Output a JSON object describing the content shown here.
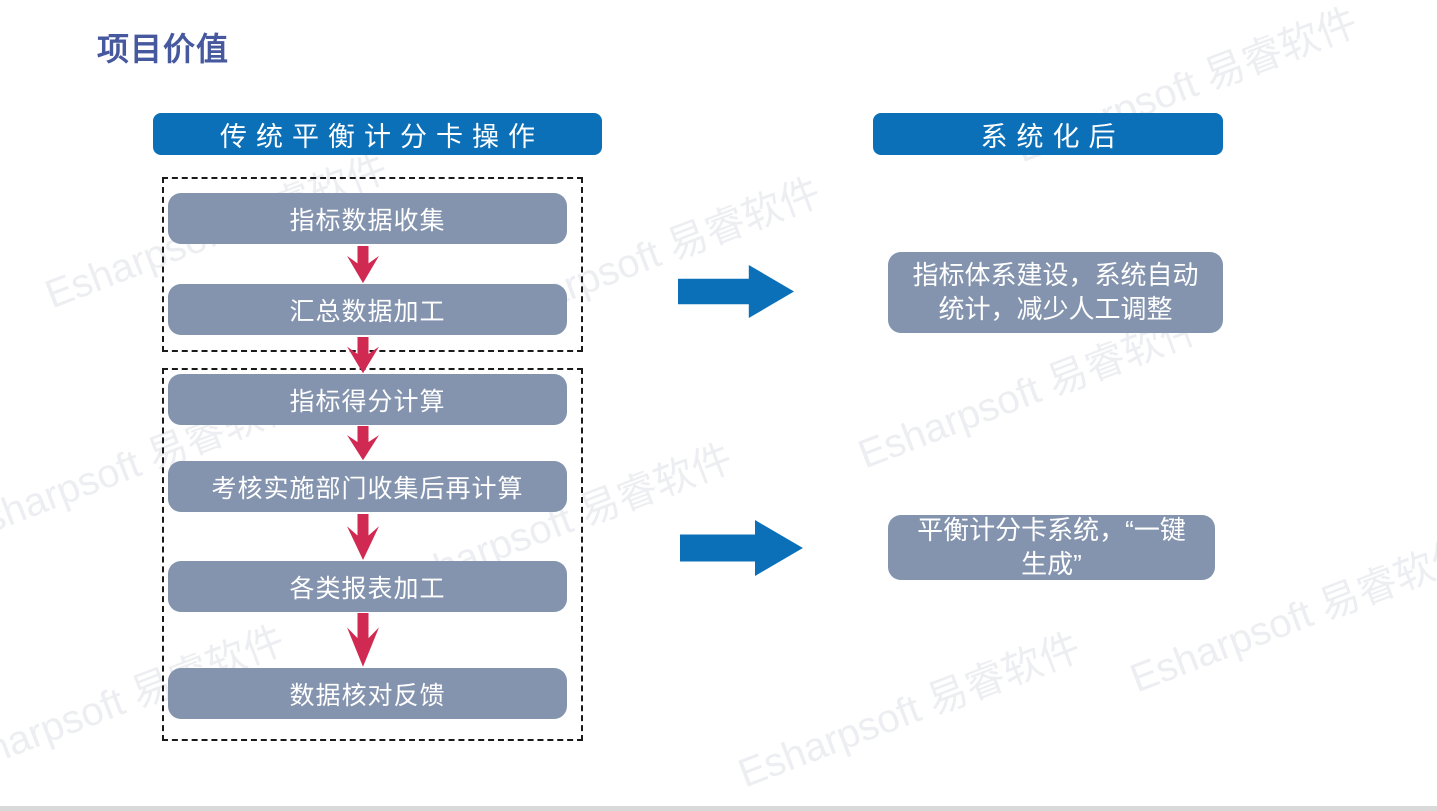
{
  "slide": {
    "title": "项目价值"
  },
  "left_column": {
    "header": "传统平衡计分卡操作",
    "group1": {
      "steps": [
        "指标数据收集",
        "汇总数据加工"
      ]
    },
    "group2": {
      "steps": [
        "指标得分计算",
        "考核实施部门收集后再计算",
        "各类报表加工",
        "数据核对反馈"
      ]
    }
  },
  "right_column": {
    "header": "系统化后",
    "results": [
      "指标体系建设，系统自动统计，减少人工调整",
      "平衡计分卡系统，“一键生成”"
    ]
  },
  "watermark": {
    "text": "Esharpsoft 易睿软件"
  },
  "icons": {
    "down_arrow": "down-arrow-icon",
    "right_arrow": "right-arrow-icon"
  },
  "colors": {
    "header_blue": "#0b70b8",
    "box_gray_blue": "#8494ae",
    "arrow_red": "#d02a52",
    "arrow_blue": "#0b70b8",
    "title_blue_purple": "#46589e",
    "dashed_border": "#1a1a1a",
    "footer_gray": "#d9d9d9",
    "watermark_gray": "#ebecf0"
  }
}
